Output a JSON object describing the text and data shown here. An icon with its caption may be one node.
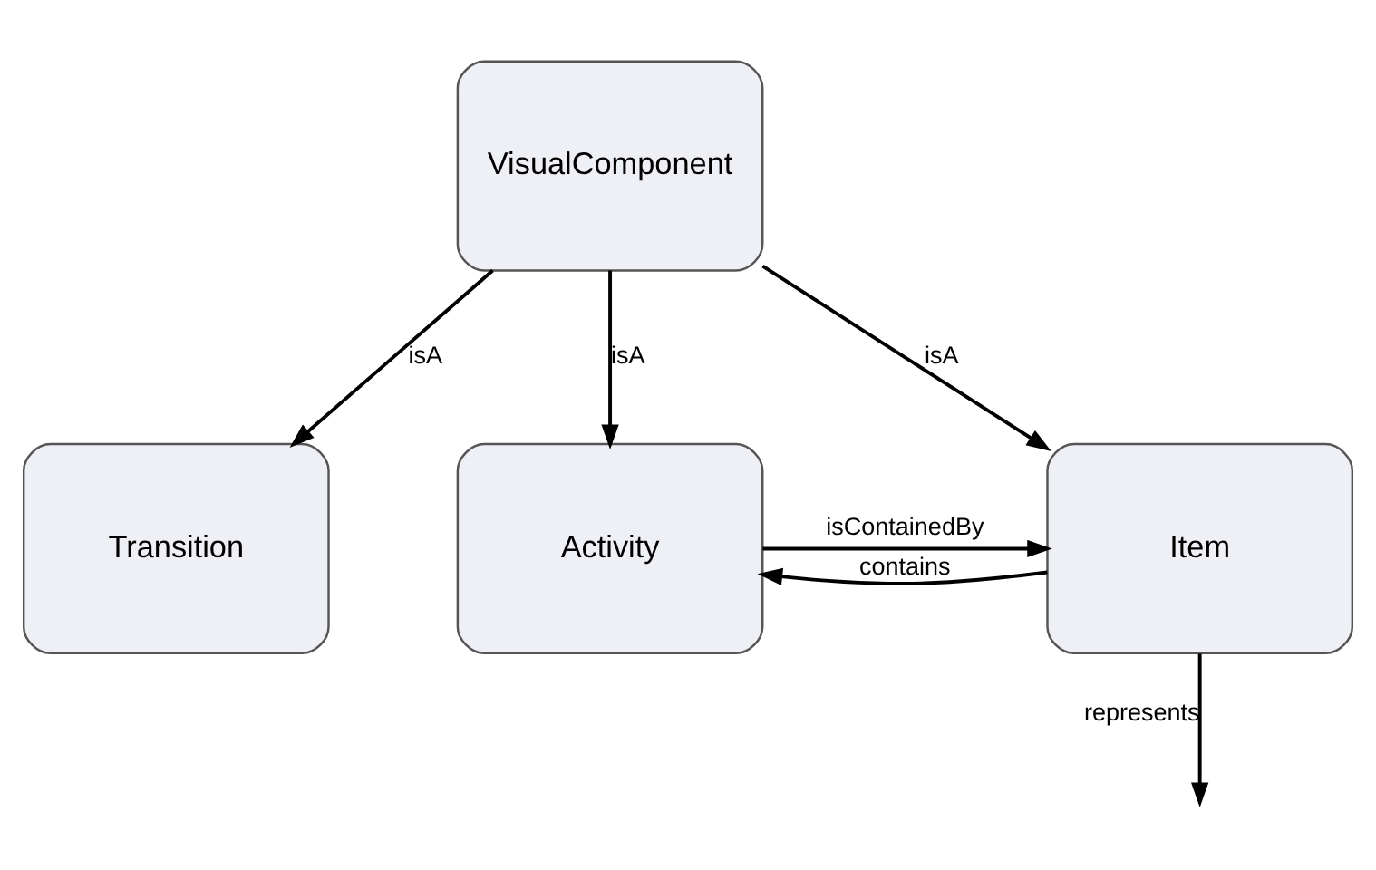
{
  "diagram": {
    "nodes": [
      {
        "text": [
          "VisualComponent"
        ]
      },
      {
        "text": [
          "Transition"
        ]
      },
      {
        "text": [
          "Activity"
        ]
      },
      {
        "text": [
          "Item"
        ]
      }
    ],
    "edges": [
      {
        "from": 0,
        "to": 1,
        "arrow": "to",
        "label": "isA"
      },
      {
        "from": 0,
        "to": 2,
        "arrow": "to",
        "label": "isA"
      },
      {
        "from": 0,
        "to": 3,
        "arrow": "to",
        "label": "isA"
      },
      {
        "from": 3,
        "to": 2,
        "arrow": "to",
        "label": "contains"
      },
      {
        "from": 2,
        "to": 3,
        "arrow": "to",
        "label": "isContainedBy"
      },
      {
        "from": 3,
        "to": null,
        "arrow": "to",
        "label": "represents"
      }
    ]
  }
}
